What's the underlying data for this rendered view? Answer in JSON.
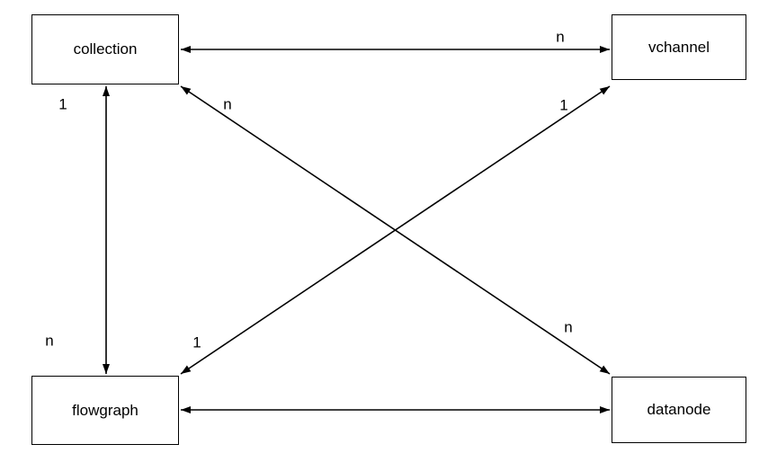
{
  "diagram_type": "entity-relationship",
  "nodes": [
    {
      "id": "collection",
      "label": "collection"
    },
    {
      "id": "vchannel",
      "label": "vchannel"
    },
    {
      "id": "flowgraph",
      "label": "flowgraph"
    },
    {
      "id": "datanode",
      "label": "datanode"
    }
  ],
  "relationships": [
    {
      "from": "collection",
      "to": "vchannel",
      "style": "double-arrow",
      "labels": [
        {
          "text": "n",
          "near": "vchannel"
        }
      ]
    },
    {
      "from": "collection",
      "to": "flowgraph",
      "style": "double-arrow",
      "labels": [
        {
          "text": "1",
          "near": "collection"
        },
        {
          "text": "n",
          "near": "flowgraph"
        }
      ]
    },
    {
      "from": "collection",
      "to": "datanode",
      "style": "double-arrow",
      "labels": [
        {
          "text": "n",
          "near": "collection"
        },
        {
          "text": "n",
          "near": "datanode"
        }
      ]
    },
    {
      "from": "flowgraph",
      "to": "vchannel",
      "style": "double-arrow",
      "labels": [
        {
          "text": "1",
          "near": "flowgraph"
        },
        {
          "text": "1",
          "near": "vchannel"
        }
      ]
    },
    {
      "from": "flowgraph",
      "to": "datanode",
      "style": "double-arrow",
      "labels": []
    }
  ],
  "colors": {
    "line": "#000000",
    "box_border": "#000000",
    "box_fill": "#ffffff",
    "background": "#ffffff"
  }
}
